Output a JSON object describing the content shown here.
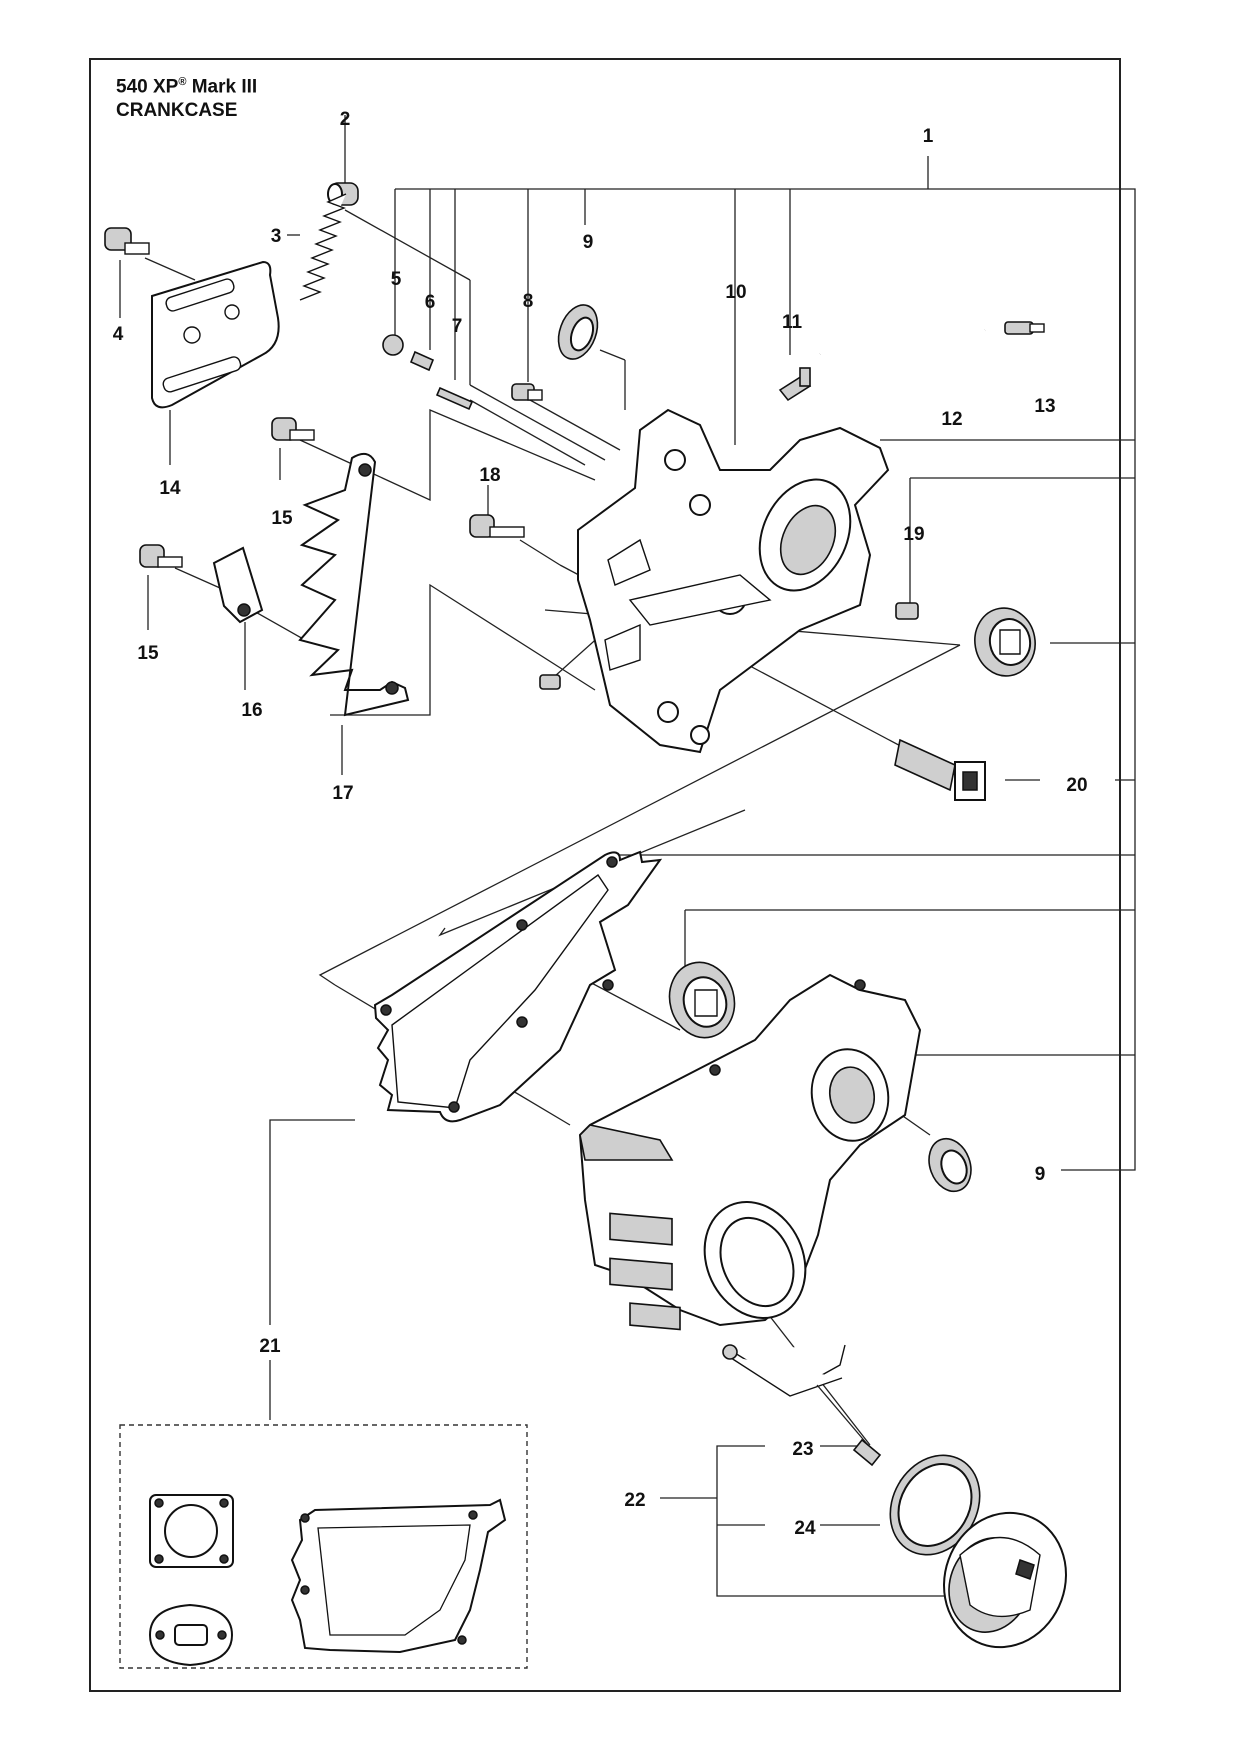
{
  "header": {
    "model_name": "540 XP",
    "registered_mark": "®",
    "model_suffix": "Mark III",
    "section_title": "CRANKCASE"
  },
  "callouts": {
    "c1": "1",
    "c2": "2",
    "c3": "3",
    "c4": "4",
    "c5": "5",
    "c6": "6",
    "c7": "7",
    "c8": "8",
    "c9a": "9",
    "c9b": "9",
    "c10": "10",
    "c11": "11",
    "c12": "12",
    "c13": "13",
    "c14": "14",
    "c15a": "15",
    "c15b": "15",
    "c16": "16",
    "c17": "17",
    "c18": "18",
    "c19": "19",
    "c20": "20",
    "c21": "21",
    "c22": "22",
    "c23": "23",
    "c24": "24"
  }
}
